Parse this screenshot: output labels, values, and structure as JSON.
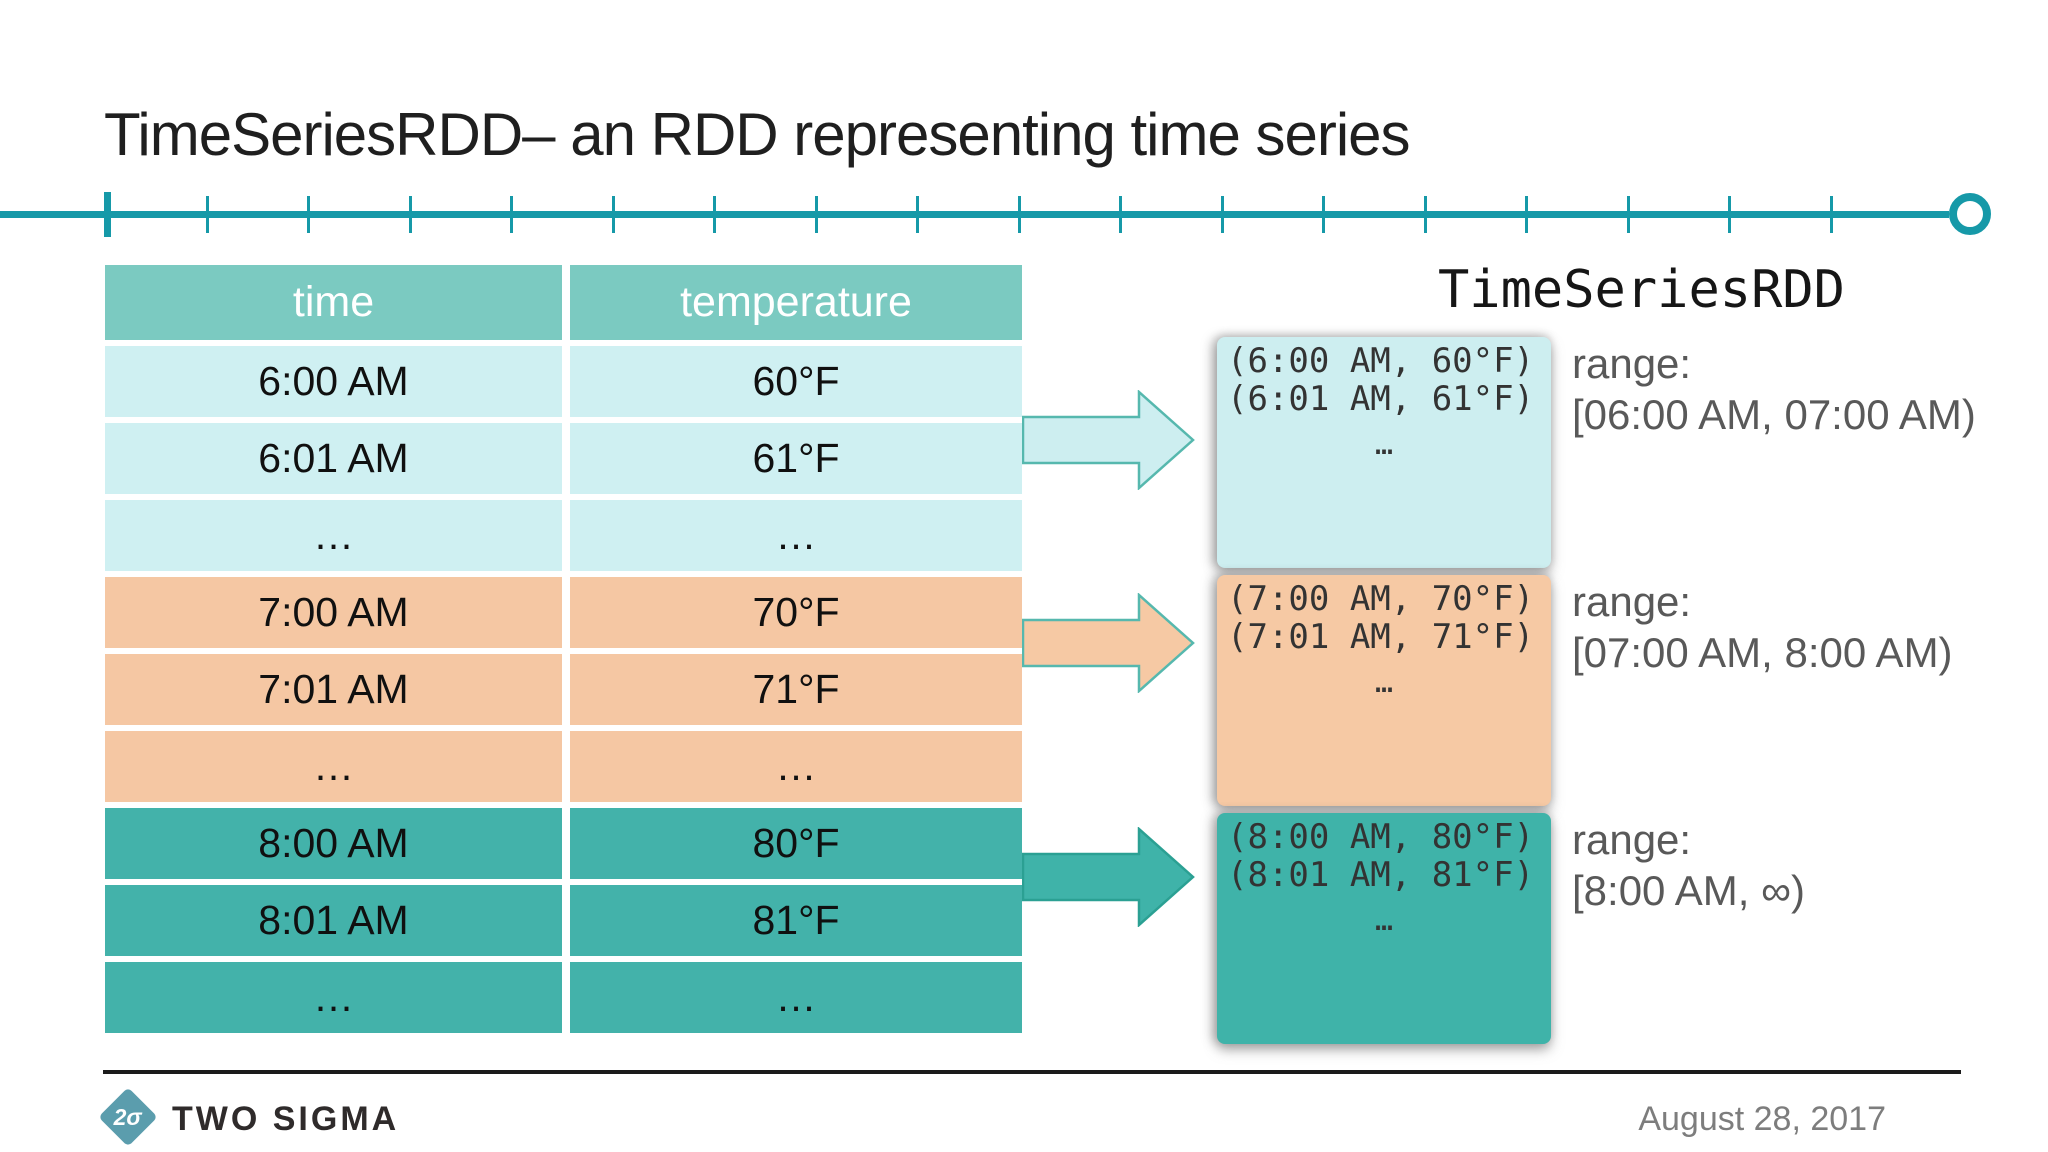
{
  "title": "TimeSeriesRDD– an RDD representing time series",
  "timeline": {
    "tick_count": 18
  },
  "table": {
    "headers": [
      "time",
      "temperature"
    ],
    "rows": [
      {
        "time": "6:00 AM",
        "temperature": "60°F",
        "group": "early"
      },
      {
        "time": "6:01 AM",
        "temperature": "61°F",
        "group": "early"
      },
      {
        "time": "…",
        "temperature": "…",
        "group": "early"
      },
      {
        "time": "7:00 AM",
        "temperature": "70°F",
        "group": "mid"
      },
      {
        "time": "7:01 AM",
        "temperature": "71°F",
        "group": "mid"
      },
      {
        "time": "…",
        "temperature": "…",
        "group": "mid"
      },
      {
        "time": "8:00 AM",
        "temperature": "80°F",
        "group": "late"
      },
      {
        "time": "8:01 AM",
        "temperature": "81°F",
        "group": "late"
      },
      {
        "time": "…",
        "temperature": "…",
        "group": "late"
      }
    ]
  },
  "rdd": {
    "label": "TimeSeriesRDD",
    "partitions": [
      {
        "group": "early",
        "lines": [
          "(6:00 AM, 60°F)",
          "(6:01 AM, 61°F)"
        ],
        "ellipsis": "…",
        "range_label": "range:",
        "range_value": "[06:00 AM, 07:00 AM)"
      },
      {
        "group": "mid",
        "lines": [
          "(7:00 AM, 70°F)",
          "(7:01 AM, 71°F)"
        ],
        "ellipsis": "…",
        "range_label": "range:",
        "range_value": "[07:00 AM, 8:00 AM)"
      },
      {
        "group": "late",
        "lines": [
          "(8:00 AM, 80°F)",
          "(8:01 AM, 81°F)"
        ],
        "ellipsis": "…",
        "range_label": "range:",
        "range_value": "[8:00 AM, ∞)"
      }
    ]
  },
  "footer": {
    "logo_glyph": "2σ",
    "logo_text": "TWO SIGMA",
    "date": "August 28, 2017"
  },
  "colors": {
    "accent_teal": "#1699a8",
    "header_teal": "#7bcac1",
    "header_text": "#ffffff",
    "row_early": "#cff0f2",
    "row_mid": "#f5c7a3",
    "row_late": "#43b2aa",
    "box_early": "#cdeef0",
    "box_mid": "#f6c9a4",
    "box_late": "#3fb3a9",
    "arrow_border": "#56b8ae",
    "title_text": "#1f1f1f",
    "cell_text": "#101010",
    "mono_text": "#333333",
    "range_text": "#595959",
    "footer_line": "#1b1b1b",
    "logo_diamond": "#5b9dad",
    "wordmark_text": "#2f2b2b",
    "date_text": "#7d7d7d"
  }
}
